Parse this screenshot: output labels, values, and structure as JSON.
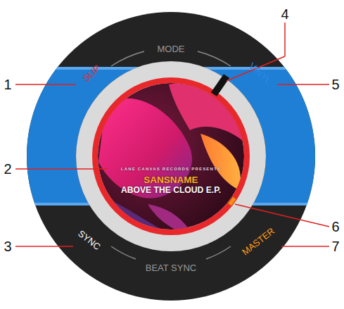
{
  "diagram": {
    "nodes": [
      {
        "text": [
          "LANE CANVAS RECORDS PRESENTS",
          "SANSNAME",
          "ABOVE THE CLOUD E.P."
        ]
      }
    ],
    "labels": [
      "1",
      "2",
      "3",
      "4",
      "5",
      "6",
      "7",
      "MODE",
      "SLIP",
      "VINYL",
      "SYNC",
      "BEAT SYNC",
      "MASTER"
    ]
  }
}
